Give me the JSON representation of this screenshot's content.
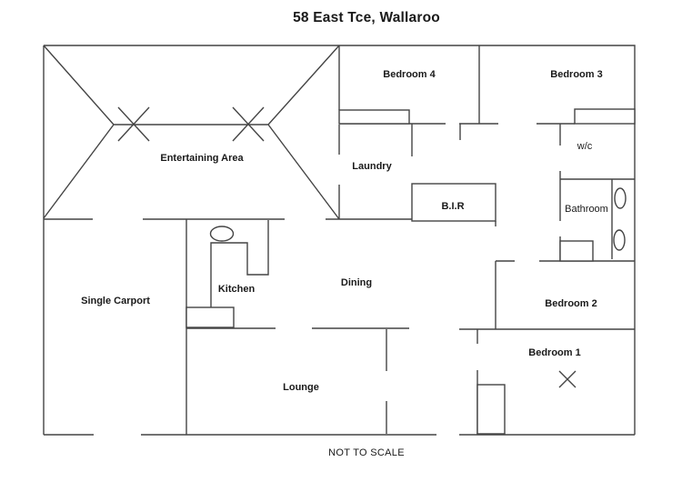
{
  "title": "58 East Tce, Wallaroo",
  "disclaimer": "NOT TO SCALE",
  "rooms": {
    "entertaining_area": "Entertaining Area",
    "bedroom_4": "Bedroom 4",
    "bedroom_3": "Bedroom 3",
    "laundry": "Laundry",
    "wc": "w/c",
    "bir": "B.I.R",
    "bathroom": "Bathroom",
    "bedroom_2": "Bedroom 2",
    "bedroom_1": "Bedroom 1",
    "single_carport": "Single Carport",
    "kitchen": "Kitchen",
    "dining": "Dining",
    "lounge": "Lounge"
  },
  "colors": {
    "background": "#ffffff",
    "wall": "#444444",
    "text": "#1a1a1a"
  }
}
